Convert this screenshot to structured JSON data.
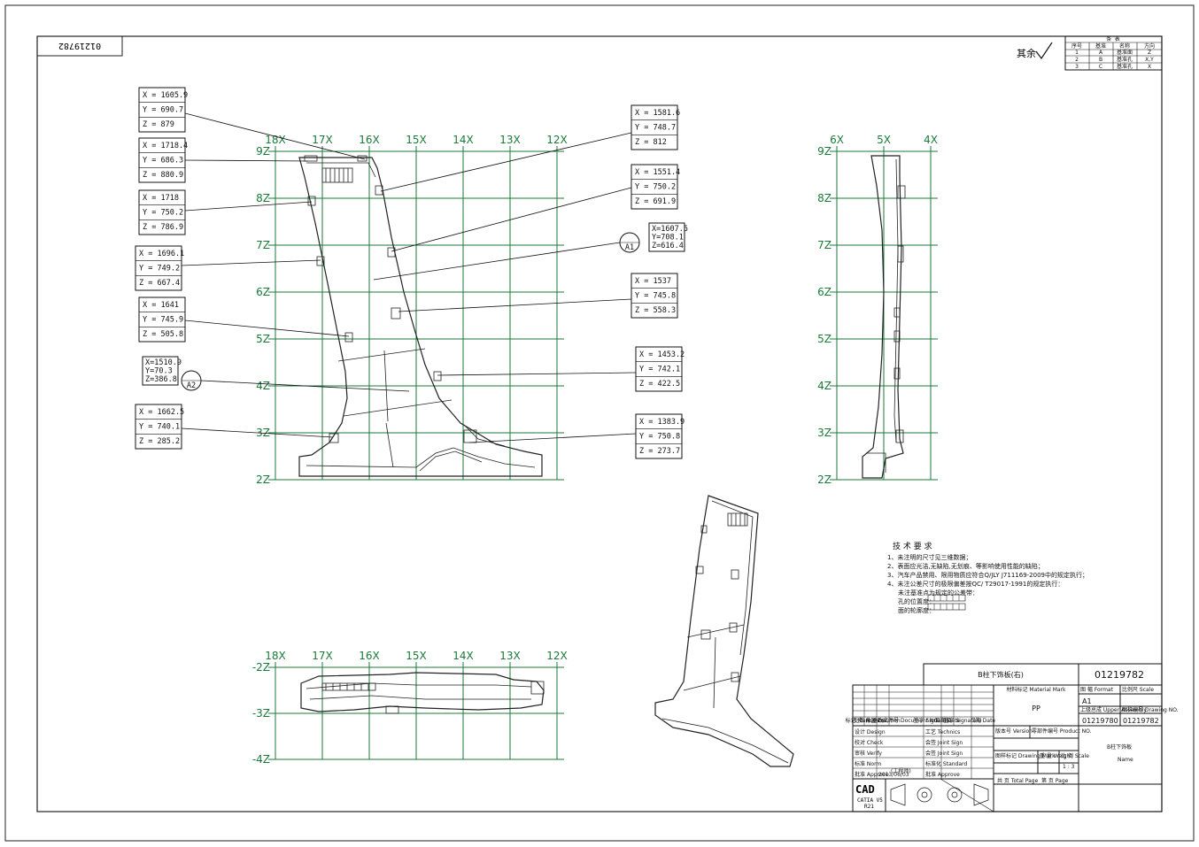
{
  "drawing": {
    "number_rotated": "01219782",
    "surface_note": "其余",
    "revision_table": {
      "title": "条 表",
      "headers": [
        "序号",
        "基准",
        "名称",
        "方向"
      ],
      "rows": [
        [
          "1",
          "A",
          "基准面",
          "Z"
        ],
        [
          "2",
          "B",
          "基准孔",
          "X,Y"
        ],
        [
          "3",
          "C",
          "基准孔",
          "X"
        ]
      ]
    }
  },
  "front_view": {
    "x_labels": [
      "18X",
      "17X",
      "16X",
      "15X",
      "14X",
      "13X",
      "12X"
    ],
    "z_labels": [
      "9Z",
      "8Z",
      "7Z",
      "6Z",
      "5Z",
      "4Z",
      "3Z",
      "2Z"
    ]
  },
  "side_view": {
    "x_labels": [
      "6X",
      "5X",
      "4X"
    ],
    "z_labels": [
      "9Z",
      "8Z",
      "7Z",
      "6Z",
      "5Z",
      "4Z",
      "3Z",
      "2Z"
    ]
  },
  "bottom_view": {
    "x_labels": [
      "18X",
      "17X",
      "16X",
      "15X",
      "14X",
      "13X",
      "12X"
    ],
    "z_labels": [
      "-2Z",
      "-3Z",
      "-4Z"
    ]
  },
  "callouts": [
    {
      "x": "X = 1605.9",
      "y": "Y = 690.7",
      "z": "Z = 879"
    },
    {
      "x": "X = 1718.4",
      "y": "Y = 686.3",
      "z": "Z = 880.9"
    },
    {
      "x": "X = 1718",
      "y": "Y = 750.2",
      "z": "Z = 786.9"
    },
    {
      "x": "X = 1696.1",
      "y": "Y = 749.2",
      "z": "Z = 667.4"
    },
    {
      "x": "X = 1641",
      "y": "Y = 745.9",
      "z": "Z = 505.8"
    },
    {
      "x": "X = 1662.5",
      "y": "Y = 740.1",
      "z": "Z = 285.2"
    },
    {
      "x": "X = 1581.6",
      "y": "Y = 748.7",
      "z": "Z = 812"
    },
    {
      "x": "X = 1551.4",
      "y": "Y = 750.2",
      "z": "Z = 691.9"
    },
    {
      "x": "X = 1537",
      "y": "Y = 745.8",
      "z": "Z = 558.3"
    },
    {
      "x": "X = 1453.2",
      "y": "Y = 742.1",
      "z": "Z = 422.5"
    },
    {
      "x": "X = 1383.9",
      "y": "Y = 750.8",
      "z": "Z = 273.7"
    }
  ],
  "datums": [
    {
      "label": "A1",
      "x": "X=1607.5",
      "y": "Y=708.1",
      "z": "Z=616.4"
    },
    {
      "label": "A2",
      "x": "X=1510.9",
      "y": "Y=70.3",
      "z": "Z=386.8"
    }
  ],
  "tech_requirements": {
    "title": "技 术 要 求",
    "lines": [
      "1、未注明的尺寸见三维数据；",
      "2、表面应光洁,无缺陷,无划痕、等影响使用性能的缺陷；",
      "3、汽车产品禁用、限用物质应符合Q/JLY J711169-2009中的规定执行；",
      "4、未注公差尺寸的极限偏差按QC/ T29017-1991的规定执行：",
      "未注基准点为规定的公差带：",
      "  孔的位置度：",
      "  面的轮廓度："
    ]
  },
  "title_block": {
    "part_name": "B柱下饰板(右)",
    "drawing_no": "01219782",
    "material_label": "材料标记 Material Mark",
    "material": "PP",
    "format_label": "图 幅 Format",
    "format": "A1",
    "scale_ratio_label": "比例尺 Scale",
    "upper_assembly_label": "上级总成 Upper Assembly",
    "upper_assembly": "01219780",
    "drawing_no_label": "图样编号 Drawing NO.",
    "drawing_no_value": "01219782",
    "version_label": "版本号 Version",
    "product_no_label": "零部件编号 Product NO.",
    "weight_label": "重 量 Weight",
    "scale_label": "比 例 Scale",
    "scale": "1 : 3",
    "part_name_short": "B柱下饰板",
    "name_label": "Name",
    "drawing_mark_label": "图样标记 Drawing Mark",
    "total_label": "共 页 Total Page",
    "page_label": "第 页 Page",
    "rev_headers": [
      "标记 Mark",
      "处数 Number",
      "分区 Location",
      "更改文件号 Document NO.",
      "签字 Signature",
      "日期 Date",
      "签字 Signature",
      "日期 Date"
    ],
    "roles": [
      "设计 Design",
      "校对 Check",
      "审核 Verify",
      "标准 Norm",
      "批准 Approve"
    ],
    "roles_right": [
      "工艺 Technics",
      "会签 Joint Sign",
      "会签 Joint Sign",
      "标准化 Standard",
      "批准 Approve"
    ],
    "date": "2013/06/03",
    "designer": "(工程师)",
    "cad_label": "CAD",
    "cad_software": "CATIA V5",
    "cad_release": "R21"
  }
}
